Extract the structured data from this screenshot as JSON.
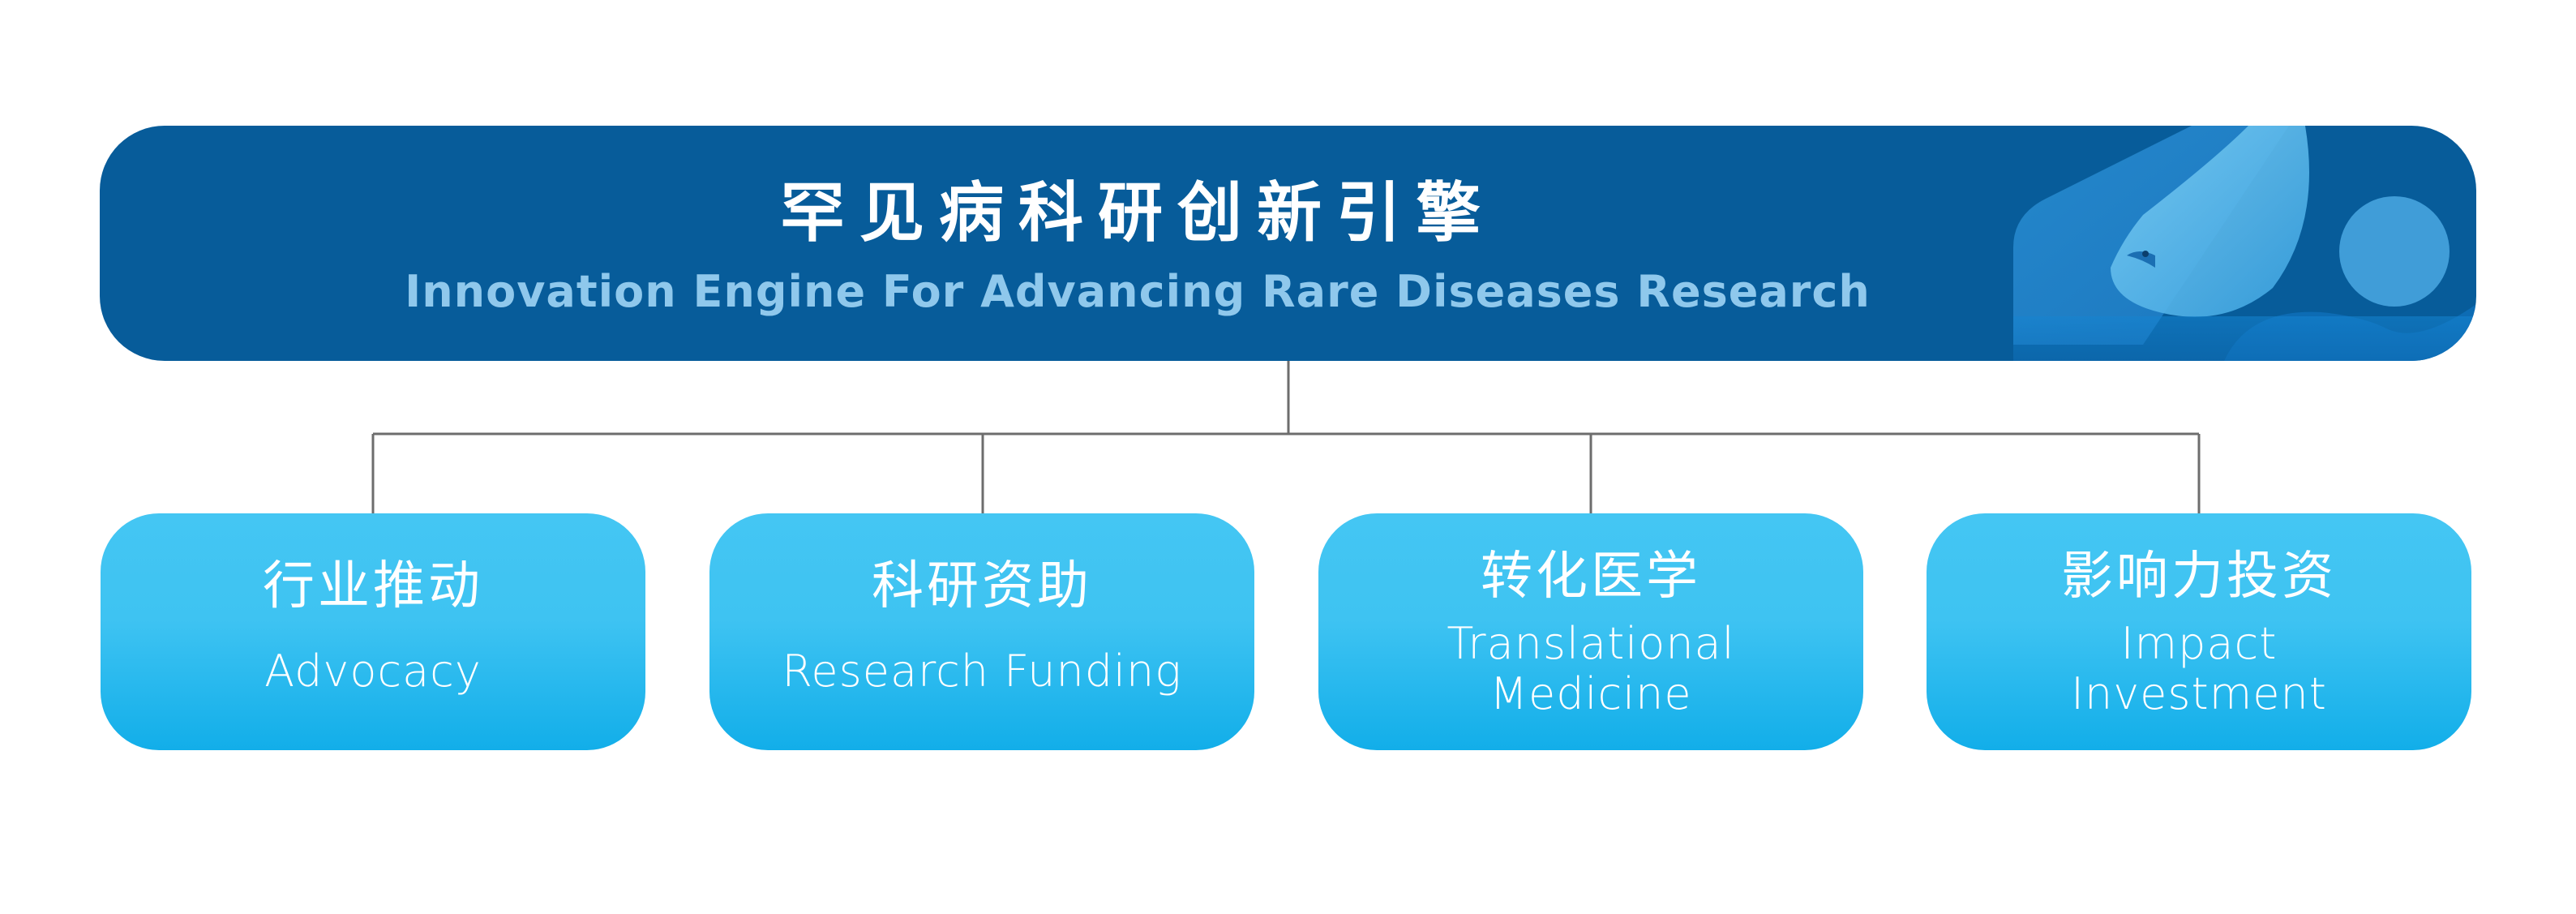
{
  "header": {
    "title_cn": "罕见病科研创新引擎",
    "title_en": "Innovation Engine For Advancing Rare Diseases Research",
    "emblem_icon": "dove-bird-icon"
  },
  "categories": [
    {
      "cn": "行业推动",
      "en": "Advocacy"
    },
    {
      "cn": "科研资助",
      "en": "Research Funding"
    },
    {
      "cn": "转化医学",
      "en": "Translational\nMedicine"
    },
    {
      "cn": "影响力投资",
      "en": "Impact\nInvestment"
    }
  ],
  "colors": {
    "header_bg": "#075c9a",
    "subtitle": "#8fc8ec",
    "box_top": "#44c6f3",
    "box_bottom": "#12aee9",
    "connector": "#6d6d6d"
  }
}
